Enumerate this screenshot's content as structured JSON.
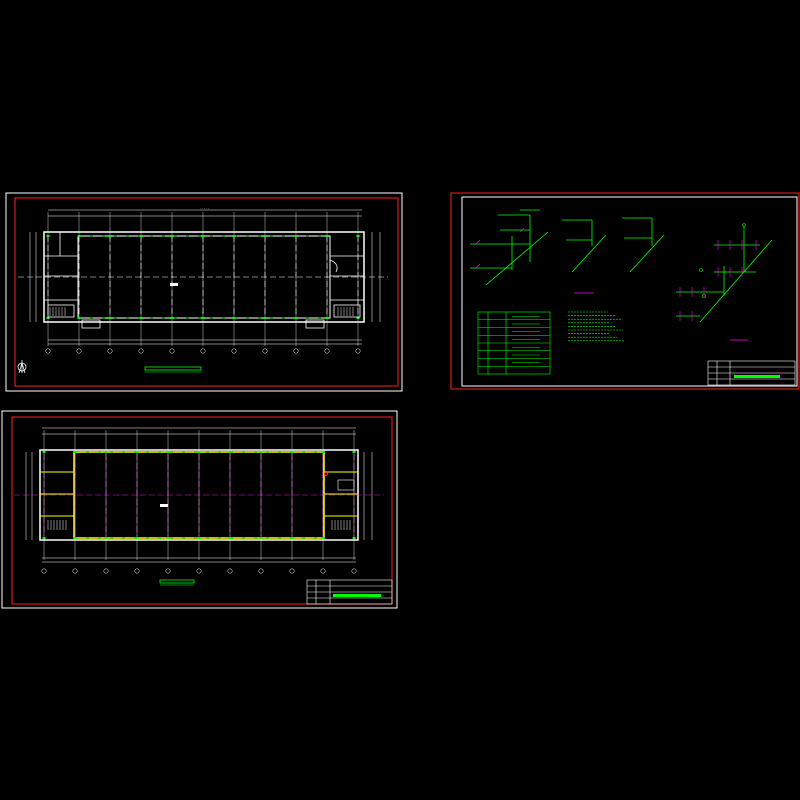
{
  "drawing": {
    "background": "#000000",
    "colors": {
      "frame_outer": "#ffffff",
      "frame_inner": "#ff2020",
      "wall": "#ffffff",
      "axis": "#ff00ff",
      "pipe": "#00ff00",
      "wall_highlight": "#ffff00",
      "dimension": "#ffffff",
      "title_bar": "#00ff00"
    },
    "sheets": [
      {
        "id": "floor-plan-1",
        "kind": "floor-plan",
        "wall_color": "white",
        "has_title_block": false,
        "north_arrow": true
      },
      {
        "id": "floor-plan-2",
        "kind": "floor-plan",
        "wall_color": "yellow",
        "has_title_block": true,
        "north_arrow": false
      },
      {
        "id": "piping-sheet",
        "kind": "isometric-piping",
        "has_legend_table": true,
        "has_notes": true,
        "has_title_block": true
      }
    ],
    "grid_bays": 10,
    "legend_rows": 8
  }
}
